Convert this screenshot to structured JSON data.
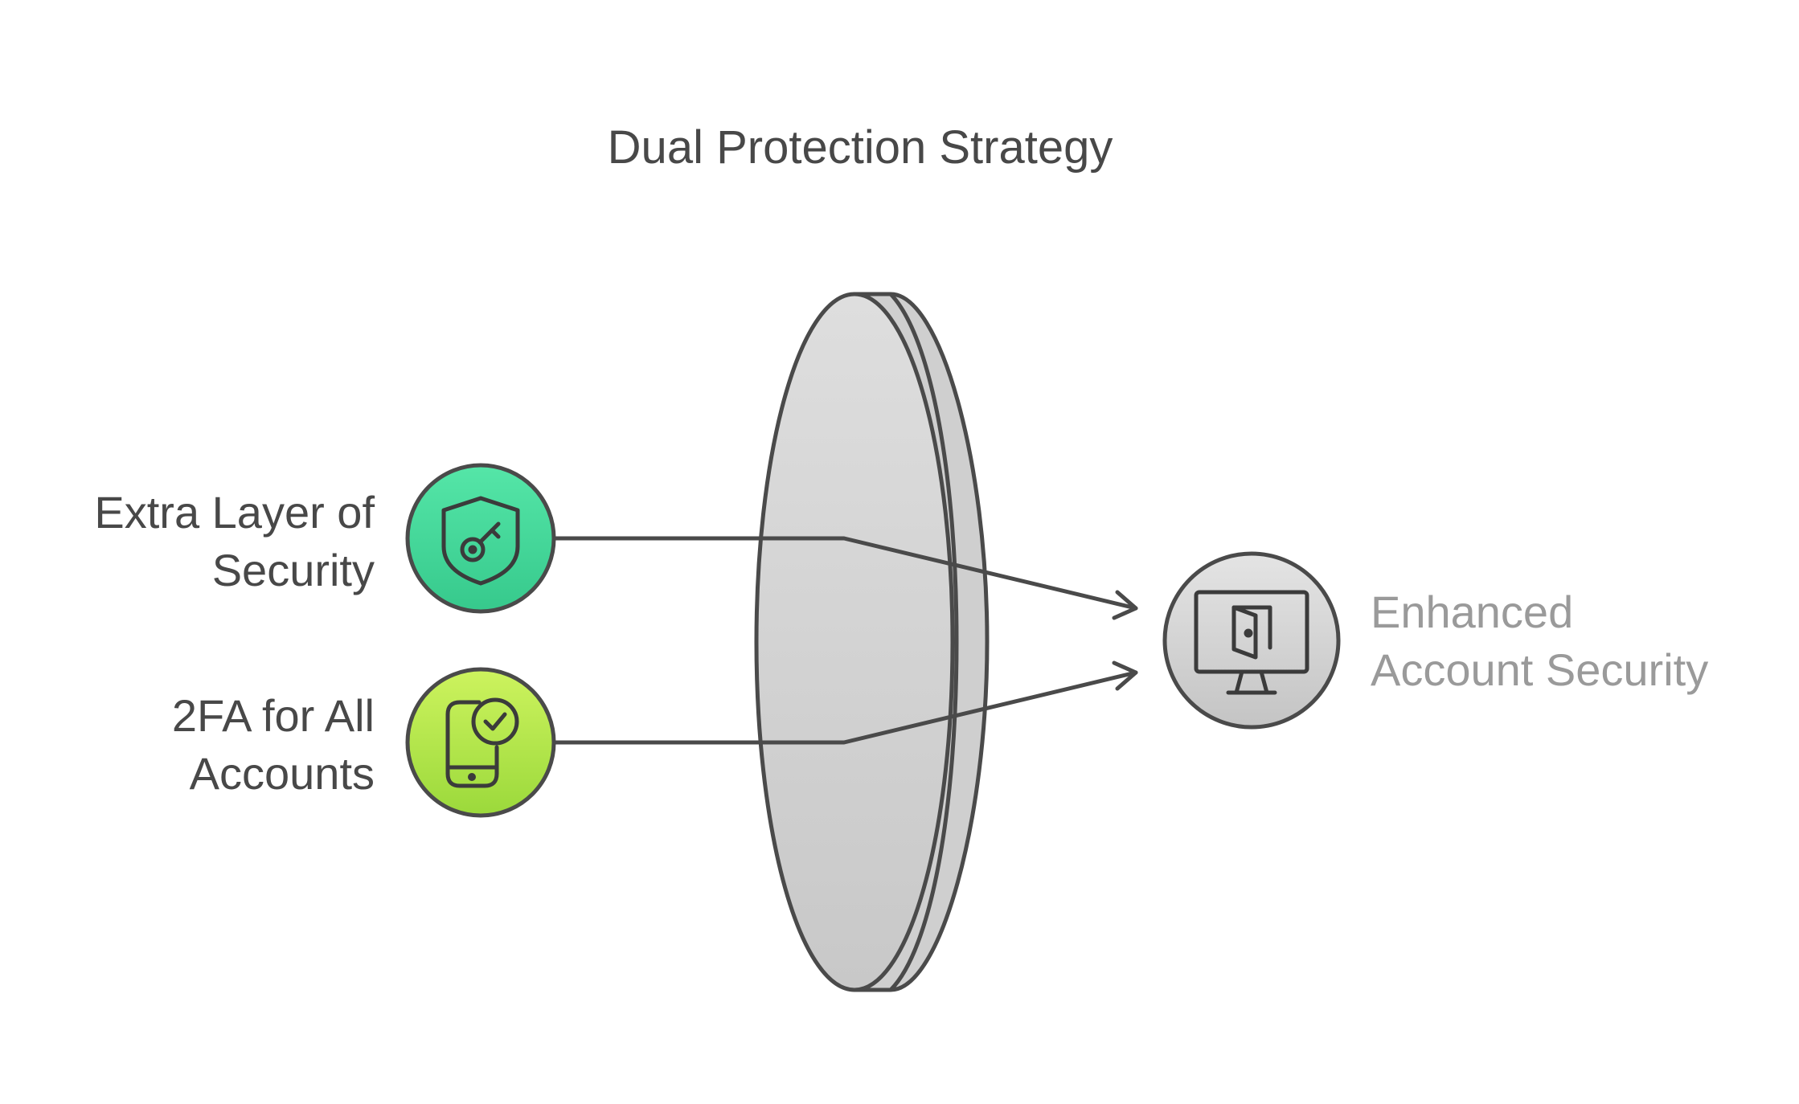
{
  "title": "Dual Protection Strategy",
  "inputs": [
    {
      "id": "extra-layer",
      "lines": [
        "Extra Layer of",
        "Security"
      ],
      "icon": "shield-key-icon",
      "gradient": [
        "#4fe3a4",
        "#33c589"
      ]
    },
    {
      "id": "2fa",
      "lines": [
        "2FA for All",
        "Accounts"
      ],
      "icon": "phone-check-icon",
      "gradient": [
        "#c5f15a",
        "#97d83a"
      ]
    }
  ],
  "output": {
    "lines": [
      "Enhanced",
      "Account Security"
    ],
    "icon": "monitor-door-icon",
    "text_color": "#9a9a9a",
    "gradient": [
      "#e2e2e2",
      "#c4c4c4"
    ]
  },
  "colors": {
    "stroke": "#4a4a4a",
    "text": "#484848",
    "lens_fill": "#d6d6d6"
  }
}
